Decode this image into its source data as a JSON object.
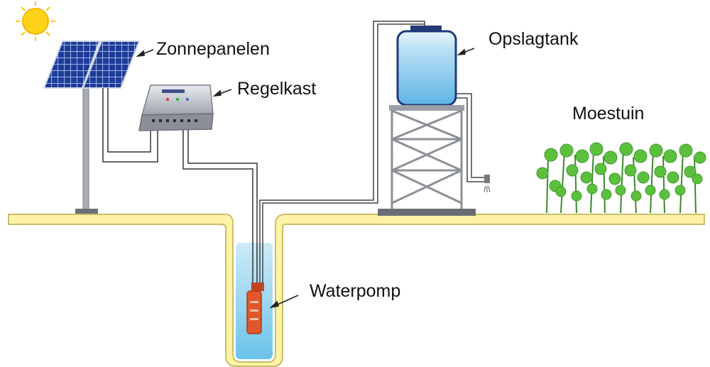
{
  "labels": {
    "solar_panels": "Zonnepanelen",
    "controller": "Regelkast",
    "storage_tank": "Opslagtank",
    "garden": "Moestuin",
    "pump": "Waterpomp"
  },
  "colors": {
    "ground_fill": "#fff4b0",
    "ground_line": "#c8bf6a",
    "water": "#9fd6ee",
    "tank_water": "#7cc4ec",
    "panel": "#1f3f9e",
    "pump": "#e1562a",
    "plant": "#5cc03e",
    "sun": "#ffcc00"
  },
  "icons": {
    "sun": "sun-icon",
    "solar_panels": "solar-panel-icon",
    "controller": "controller-box-icon",
    "tank": "water-tank-icon",
    "pump": "submersible-pump-icon",
    "plants": "plant-icon"
  }
}
